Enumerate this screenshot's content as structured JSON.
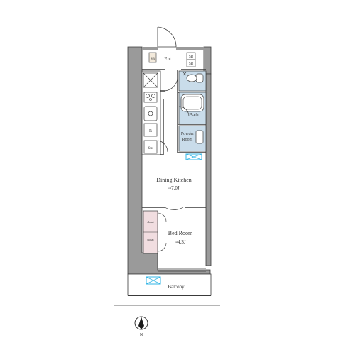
{
  "colors": {
    "wall": "#9a9a9a",
    "line": "#3a3a3a",
    "wet": "#c9dcea",
    "closet": "#f1dde0",
    "glass": "#33b5e5"
  },
  "rooms": {
    "entrance": "Ent.",
    "bath": "Bath",
    "powder_room_1": "Powder",
    "powder_room_2": "Room",
    "storage": "Str.",
    "fridge": "R",
    "dining_kitchen": "Dining Kitchen",
    "dining_kitchen_size": "≈7.0J",
    "bedroom": "Bed Room",
    "bedroom_size": "≈4.3J",
    "balcony": "Balcony"
  },
  "shoe_box": [
    "SB",
    "SB"
  ],
  "closets": [
    "closet",
    "closet"
  ],
  "compass": "N"
}
